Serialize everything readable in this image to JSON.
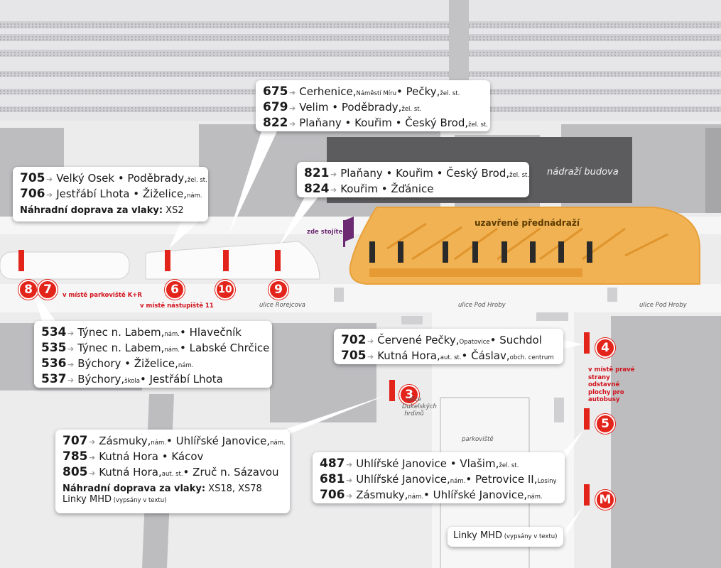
{
  "colors": {
    "stop_red": "#e3241b",
    "station_orange": "#f0b253",
    "building_dark": "#5a5a5a",
    "purple": "#6b2a72"
  },
  "labels": {
    "building": "nádraží budova",
    "closed_area": "uzavřené přednádraží",
    "zde_stojite": "zde stojíte",
    "street_rorejcova": "ulice Rorejcova",
    "street_pod_hroby_1": "ulice Pod Hroby",
    "street_pod_hroby_2": "ulice Pod Hroby",
    "street_dukelskych": "ulice Dukelských hrdinů",
    "parking": "parkoviště",
    "note_8_7": "v místě parkoviště K+R",
    "note_6": "v místě nástupiště 11",
    "note_4": "v místě pravé strany odstavné plochy pro autobusy"
  },
  "stops": [
    "8",
    "7",
    "6",
    "10",
    "9",
    "4",
    "3",
    "5",
    "M"
  ],
  "boxes": {
    "b675": {
      "rows": [
        {
          "num": "675",
          "dest": "Cerhenice,",
          "small": " Náměstí Míru",
          "dest2": " • Pečky,",
          "small2": " žel. st."
        },
        {
          "num": "679",
          "dest": "Velim • Poděbrady,",
          "small": " žel. st.",
          "dest2": "",
          "small2": ""
        },
        {
          "num": "822",
          "dest": "Plaňany • Kouřim • Český Brod,",
          "small": " žel. st.",
          "dest2": "",
          "small2": ""
        }
      ]
    },
    "b705": {
      "rows": [
        {
          "num": "705",
          "dest": "Velký Osek • Poděbrady,",
          "small": " žel. st.",
          "dest2": "",
          "small2": ""
        },
        {
          "num": "706",
          "dest": "Jestřábí Lhota • Žiželice,",
          "small": " nám.",
          "dest2": "",
          "small2": ""
        }
      ],
      "note_bold": "Náhradní doprava za vlaky:",
      "note_normal": " XS2"
    },
    "b821": {
      "rows": [
        {
          "num": "821",
          "dest": "Plaňany • Kouřim • Český Brod,",
          "small": " žel. st.",
          "dest2": "",
          "small2": ""
        },
        {
          "num": "824",
          "dest": "Kouřim • Žďánice",
          "small": "",
          "dest2": "",
          "small2": ""
        }
      ]
    },
    "b534": {
      "rows": [
        {
          "num": "534",
          "dest": "Týnec n. Labem,",
          "small": " nám.",
          "dest2": " • Hlavečník",
          "small2": ""
        },
        {
          "num": "535",
          "dest": "Týnec n. Labem,",
          "small": " nám.",
          "dest2": " • Labské Chrčice",
          "small2": ""
        },
        {
          "num": "536",
          "dest": "Býchory • Žiželice,",
          "small": " nám.",
          "dest2": "",
          "small2": ""
        },
        {
          "num": "537",
          "dest": "Býchory,",
          "small": " škola",
          "dest2": " • Jestřábí Lhota",
          "small2": ""
        }
      ]
    },
    "b702": {
      "rows": [
        {
          "num": "702",
          "dest": "Červené Pečky,",
          "small": " Opatovice",
          "dest2": " • Suchdol",
          "small2": ""
        },
        {
          "num": "705",
          "dest": "Kutná Hora,",
          "small": " aut. st.",
          "dest2": " • Čáslav,",
          "small2": " obch. centrum"
        }
      ]
    },
    "b707": {
      "rows": [
        {
          "num": "707",
          "dest": "Zásmuky,",
          "small": " nám.",
          "dest2": " • Uhlířské Janovice,",
          "small2": " nám."
        },
        {
          "num": "785",
          "dest": "Kutná Hora • Kácov",
          "small": "",
          "dest2": "",
          "small2": ""
        },
        {
          "num": "805",
          "dest": "Kutná Hora,",
          "small": " aut. st.",
          "dest2": " • Zruč n. Sázavou",
          "small2": ""
        }
      ],
      "note_bold": "Náhradní doprava za vlaky:",
      "note_normal": " XS18, XS78",
      "mhd": "Linky MHD",
      "mhd_small": " (vypsány v textu)"
    },
    "b487": {
      "rows": [
        {
          "num": "487",
          "dest": "Uhlířské Janovice • Vlašim,",
          "small": " žel. st.",
          "dest2": "",
          "small2": ""
        },
        {
          "num": "681",
          "dest": "Uhlířské Janovice,",
          "small": " nám.",
          "dest2": " • Petrovice II,",
          "small2": " Losiny"
        },
        {
          "num": "706",
          "dest": "Zásmuky,",
          "small": " nám.",
          "dest2": " • Uhlířské Janovice,",
          "small2": " nám."
        }
      ]
    },
    "bmhd": {
      "mhd": "Linky MHD",
      "mhd_small": " (vypsány v textu)"
    }
  }
}
